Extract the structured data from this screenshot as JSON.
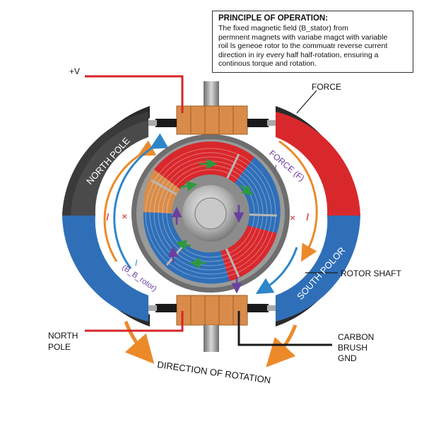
{
  "note": {
    "title": "PRINCIPLE OF OPERATION:",
    "lines": [
      "The fixed magnetic field (B_stator) from",
      "permnent magnets with variabe magct with variable",
      "roil ls geneoe rotor to the commuatr reverse  current",
      "direction in iry every half half-rotation, ensuring a",
      "continous torque and rotation."
    ]
  },
  "labels": {
    "plus_v": "+V",
    "force": "FORCE",
    "rotor_shaft": "ROTOR SHAFT",
    "north_pole_bottom": [
      "NORTH",
      "POLE"
    ],
    "carbon_brush": [
      "CARBON",
      "BRUSH",
      "GND"
    ],
    "direction": "DIRECTION OF ROTATION",
    "north_pole_arc": "NORTH POLE",
    "south_polor_arc": "SOUTH POLOR",
    "force_f": "FORCE (F)",
    "b_rotor": "(B_B_rotor)",
    "i_left": "I",
    "i_right": "I",
    "i_inner_left": "I",
    "i_inner_right": "I",
    "x_mark": "×"
  },
  "colors": {
    "north": "#4a4a4a",
    "south_blue": "#2f6fb8",
    "red": "#d9282c",
    "copper": "#d98c4a",
    "orange_arrow": "#ec8a2a",
    "blue_arrow": "#2d86c9",
    "purple": "#6b3fa0",
    "green": "#2e9a3e",
    "wire_red": "#d6252b"
  }
}
